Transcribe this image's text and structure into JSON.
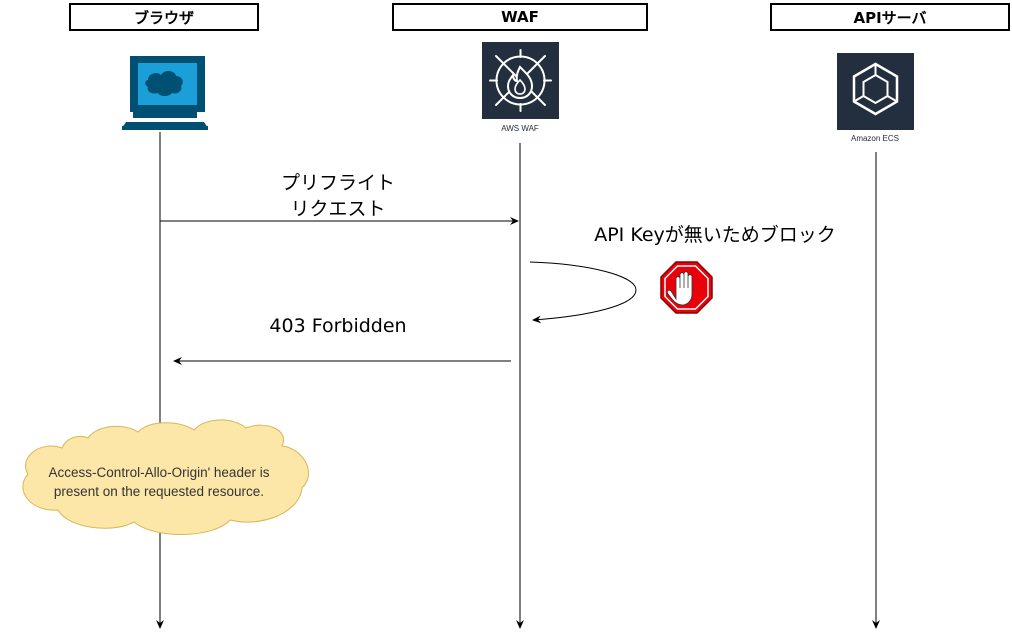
{
  "actors": {
    "browser": {
      "label": "ブラウザ"
    },
    "waf": {
      "label": "WAF",
      "caption": "AWS WAF"
    },
    "api_server": {
      "label": "APIサーバ",
      "caption": "Amazon ECS"
    }
  },
  "messages": {
    "preflight_line1": "プリフライト",
    "preflight_line2": "リクエスト",
    "block_reason": "API Keyが無いためブロック",
    "response": "403 Forbidden"
  },
  "note": {
    "line1": "Access-Control-Allo-Origin' header is",
    "line2": "present on the requested resource."
  },
  "colors": {
    "aws_icon_bg": "#232f3e",
    "stop_sign": "#e8000b",
    "cloud_fill": "#fce7a8",
    "cloud_stroke": "#d6b656"
  },
  "icons": {
    "browser": "computer-terminal-icon",
    "waf": "aws-waf-icon",
    "api_server": "amazon-ecs-icon",
    "block": "stop-hand-icon"
  }
}
